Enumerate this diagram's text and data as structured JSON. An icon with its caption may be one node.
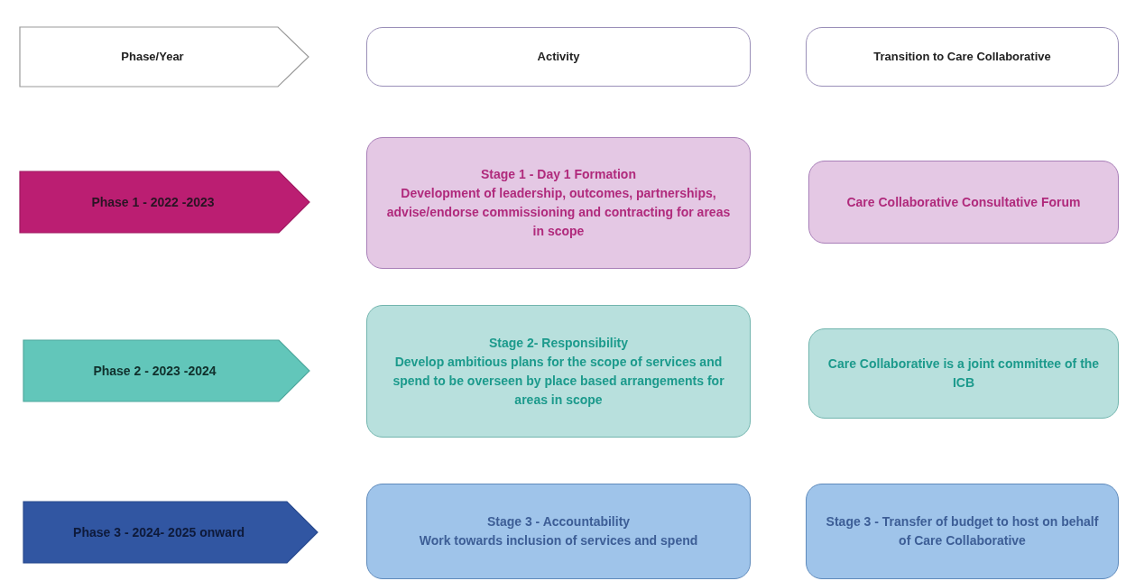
{
  "diagram": {
    "nodes": [
      {
        "text": [
          "Phase/Year"
        ]
      },
      {
        "text": [
          "Activity"
        ]
      },
      {
        "text": [
          "Transition to Care Collaborative"
        ]
      },
      {
        "text": [
          "Phase 1 - 2022 -2023"
        ]
      },
      {
        "text": [
          "Stage 1 - Day 1 Formation",
          "Development of leadership, outcomes, partnerships, advise/endorse commissioning and contracting for areas in scope"
        ]
      },
      {
        "text": [
          "Care Collaborative Consultative Forum"
        ]
      },
      {
        "text": [
          "Phase 2 - 2023 -2024"
        ]
      },
      {
        "text": [
          "Stage 2- Responsibility",
          "Develop ambitious plans for the scope of services and spend to be overseen by place based arrangements for areas in scope"
        ]
      },
      {
        "text": [
          "Care Collaborative is a joint committee of the ICB"
        ]
      },
      {
        "text": [
          "Phase 3 - 2024- 2025 onward"
        ]
      },
      {
        "text": [
          "Stage 3 -  Accountability",
          "Work towards inclusion of services and spend"
        ]
      },
      {
        "text": [
          "Stage 3 -  Transfer of budget to host on behalf of Care Collaborative"
        ]
      }
    ]
  }
}
